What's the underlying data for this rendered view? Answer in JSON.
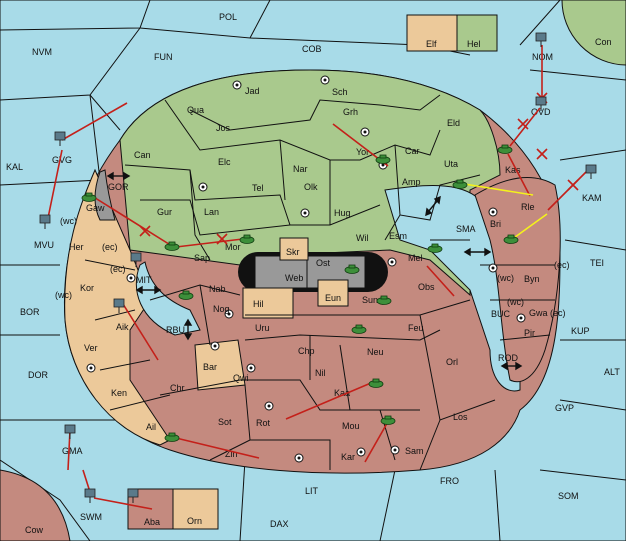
{
  "map": {
    "sea_labels": [
      "POL",
      "NVM",
      "FUN",
      "COB",
      "Con",
      "KAL",
      "GVG",
      "MVU",
      "BOR",
      "DOR",
      "GMA",
      "SWM",
      "Cow",
      "DAX",
      "LIT",
      "FRO",
      "SOM",
      "GVP",
      "ALT",
      "KUP",
      "TEI",
      "KAM",
      "OVD",
      "NOM",
      "MIT",
      "GOR",
      "RBU",
      "BUC",
      "ROD",
      "SMA",
      "Elf",
      "Hel"
    ],
    "green_labels": [
      "Jad",
      "Sch",
      "Grh",
      "Can",
      "Jos",
      "Qua",
      "Eld",
      "Car",
      "Elc",
      "Nar",
      "Yor",
      "Amp",
      "Uta",
      "Tel",
      "Olk",
      "Gur",
      "Lan",
      "Hug",
      "Wil",
      "Esm",
      "Sap",
      "Mor",
      "Mel",
      "Obs",
      "Kas"
    ],
    "tan_labels": [
      "Her",
      "Kor",
      "Ver",
      "Ken",
      "Bar",
      "Hil",
      "Eun",
      "Skr"
    ],
    "red_labels": [
      "Nab",
      "Nog",
      "Uru",
      "Feu",
      "Chp",
      "Neu",
      "Nil",
      "Qwi",
      "Orl",
      "Chr",
      "Kaa",
      "Sot",
      "Rot",
      "Los",
      "Mou",
      "Sam",
      "Ail",
      "Zin",
      "Kar",
      "Aik",
      "Sun",
      "Bri",
      "Rle",
      "Byn",
      "Gwa",
      "Pir",
      "Aba",
      "Orn"
    ],
    "neutral_labels": [
      "Web",
      "Ost",
      "Gaw"
    ],
    "coast_marks": [
      "(wc)",
      "(ec)",
      "(ec)",
      "(wc)",
      "(wc)",
      "(ec)",
      "(wc)",
      "(ec)"
    ],
    "colors": {
      "sea": "#a8dbe8",
      "green": "#a9c98d",
      "tan": "#ecc99a",
      "red": "#c48a7f",
      "neutral": "#999999",
      "arrow": "#c4201a",
      "support": "#f4f21c"
    }
  }
}
